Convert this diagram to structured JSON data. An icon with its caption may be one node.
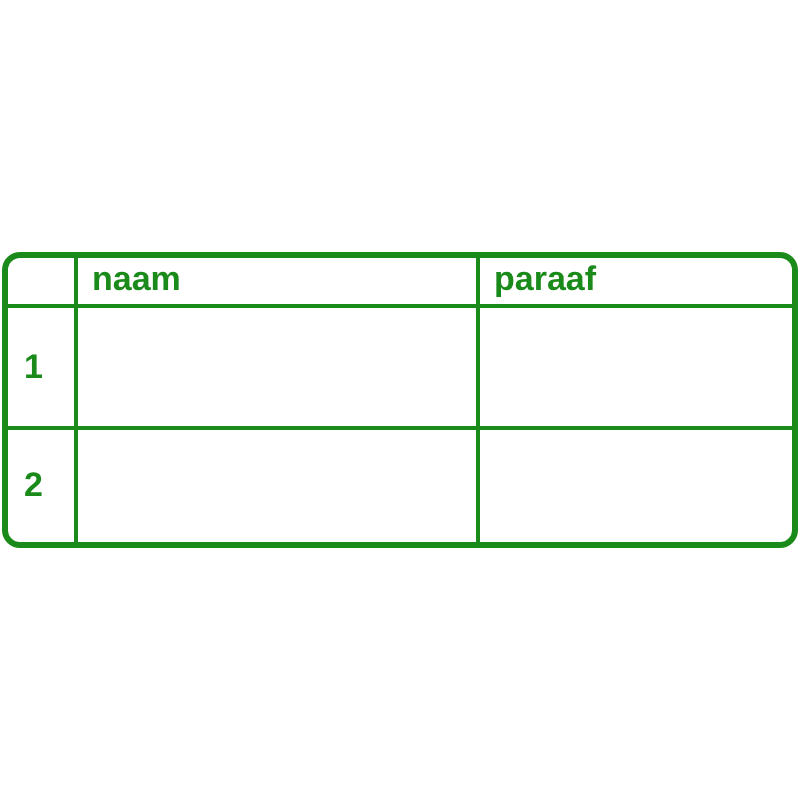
{
  "diagram": {
    "labels": [
      "naam",
      "paraaf",
      "1",
      "2"
    ]
  }
}
